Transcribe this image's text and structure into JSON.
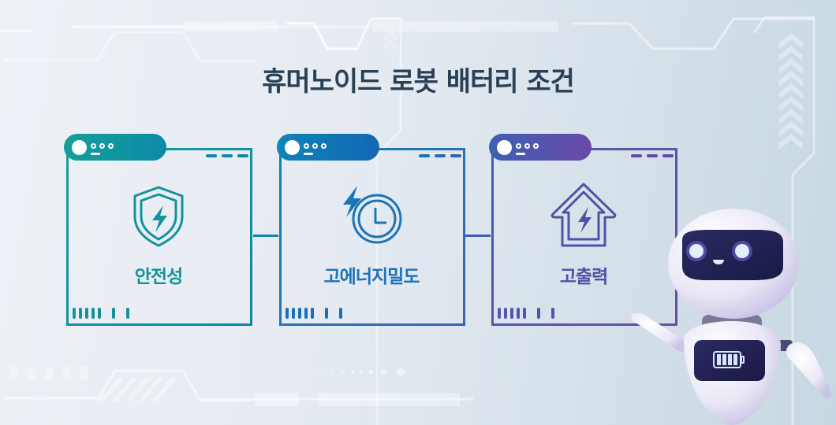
{
  "title": "휴머노이드 로봇 배터리 조건",
  "cards": [
    {
      "label": "안전성",
      "icon": "shield-lightning-icon",
      "color": "#14929a",
      "gradient_start": "#169f9a",
      "gradient_end": "#0a8aa6"
    },
    {
      "label": "고에너지밀도",
      "icon": "clock-lightning-icon",
      "color": "#1b74b8",
      "gradient_start": "#0e85b8",
      "gradient_end": "#1566b3"
    },
    {
      "label": "고출력",
      "icon": "house-arrow-lightning-icon",
      "color": "#5350a8",
      "gradient_start": "#3f5fb2",
      "gradient_end": "#6b4aa8"
    }
  ],
  "robot": {
    "chest_icon": "battery-full-icon",
    "battery_cells": 4
  }
}
